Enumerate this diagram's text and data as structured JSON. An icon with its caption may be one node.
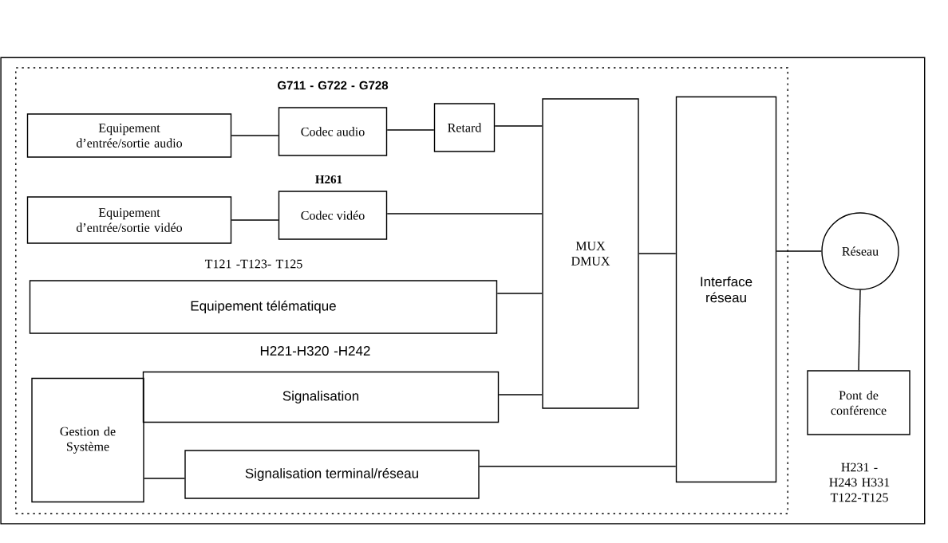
{
  "diagram": {
    "nodes": [
      {
        "text": [],
        "shape": "box"
      },
      {
        "text": [],
        "shape": "box",
        "in": 0
      },
      {
        "text": [
          "Equipement d’entrée/sortie audio"
        ],
        "in": 1
      },
      {
        "text": [
          "Codec audio"
        ],
        "in": 1,
        "beside": [
          "G711 - G722 - G728"
        ]
      },
      {
        "text": [
          "Retard"
        ],
        "in": 1
      },
      {
        "text": [
          "Equipement d’entrée/sortie vidéo"
        ],
        "in": 1
      },
      {
        "text": [
          "Codec vidéo"
        ],
        "in": 1,
        "beside": [
          "H261"
        ]
      },
      {
        "text": [
          "Equipement télématique"
        ],
        "in": 1,
        "beside": [
          "T121 -T123- T125"
        ]
      },
      {
        "text": [
          "MUX DMUX"
        ],
        "in": 1
      },
      {
        "text": [
          "Interface réseau"
        ],
        "in": 1
      },
      {
        "text": [
          "Gestion de Système"
        ],
        "in": 1
      },
      {
        "text": [
          "Signalisation"
        ],
        "in": 1,
        "beside": [
          "H221-H320 -H242"
        ]
      },
      {
        "text": [
          "Signalisation terminal/réseau"
        ],
        "in": 1
      },
      {
        "text": [
          "Réseau"
        ],
        "in": 0
      },
      {
        "text": [
          "Pont de conférence"
        ],
        "in": 0,
        "beside": [
          "H231 -H243 H331 T122-T125"
        ]
      }
    ],
    "edges": [
      {
        "from": 2,
        "to": 3,
        "arrow": "none"
      },
      {
        "from": 3,
        "to": 4,
        "arrow": "none"
      },
      {
        "from": 4,
        "to": 8,
        "arrow": "none"
      },
      {
        "from": 5,
        "to": 6,
        "arrow": "none"
      },
      {
        "from": 6,
        "to": 8,
        "arrow": "none"
      },
      {
        "from": 7,
        "to": 8,
        "arrow": "none"
      },
      {
        "from": 11,
        "to": 8,
        "arrow": "none"
      },
      {
        "from": 8,
        "to": 9,
        "arrow": "none"
      },
      {
        "from": 10,
        "to": 12,
        "arrow": "none"
      },
      {
        "from": 12,
        "to": 9,
        "arrow": "none"
      },
      {
        "from": 9,
        "to": 13,
        "arrow": "none"
      },
      {
        "from": 13,
        "to": 14,
        "arrow": "none"
      }
    ]
  }
}
